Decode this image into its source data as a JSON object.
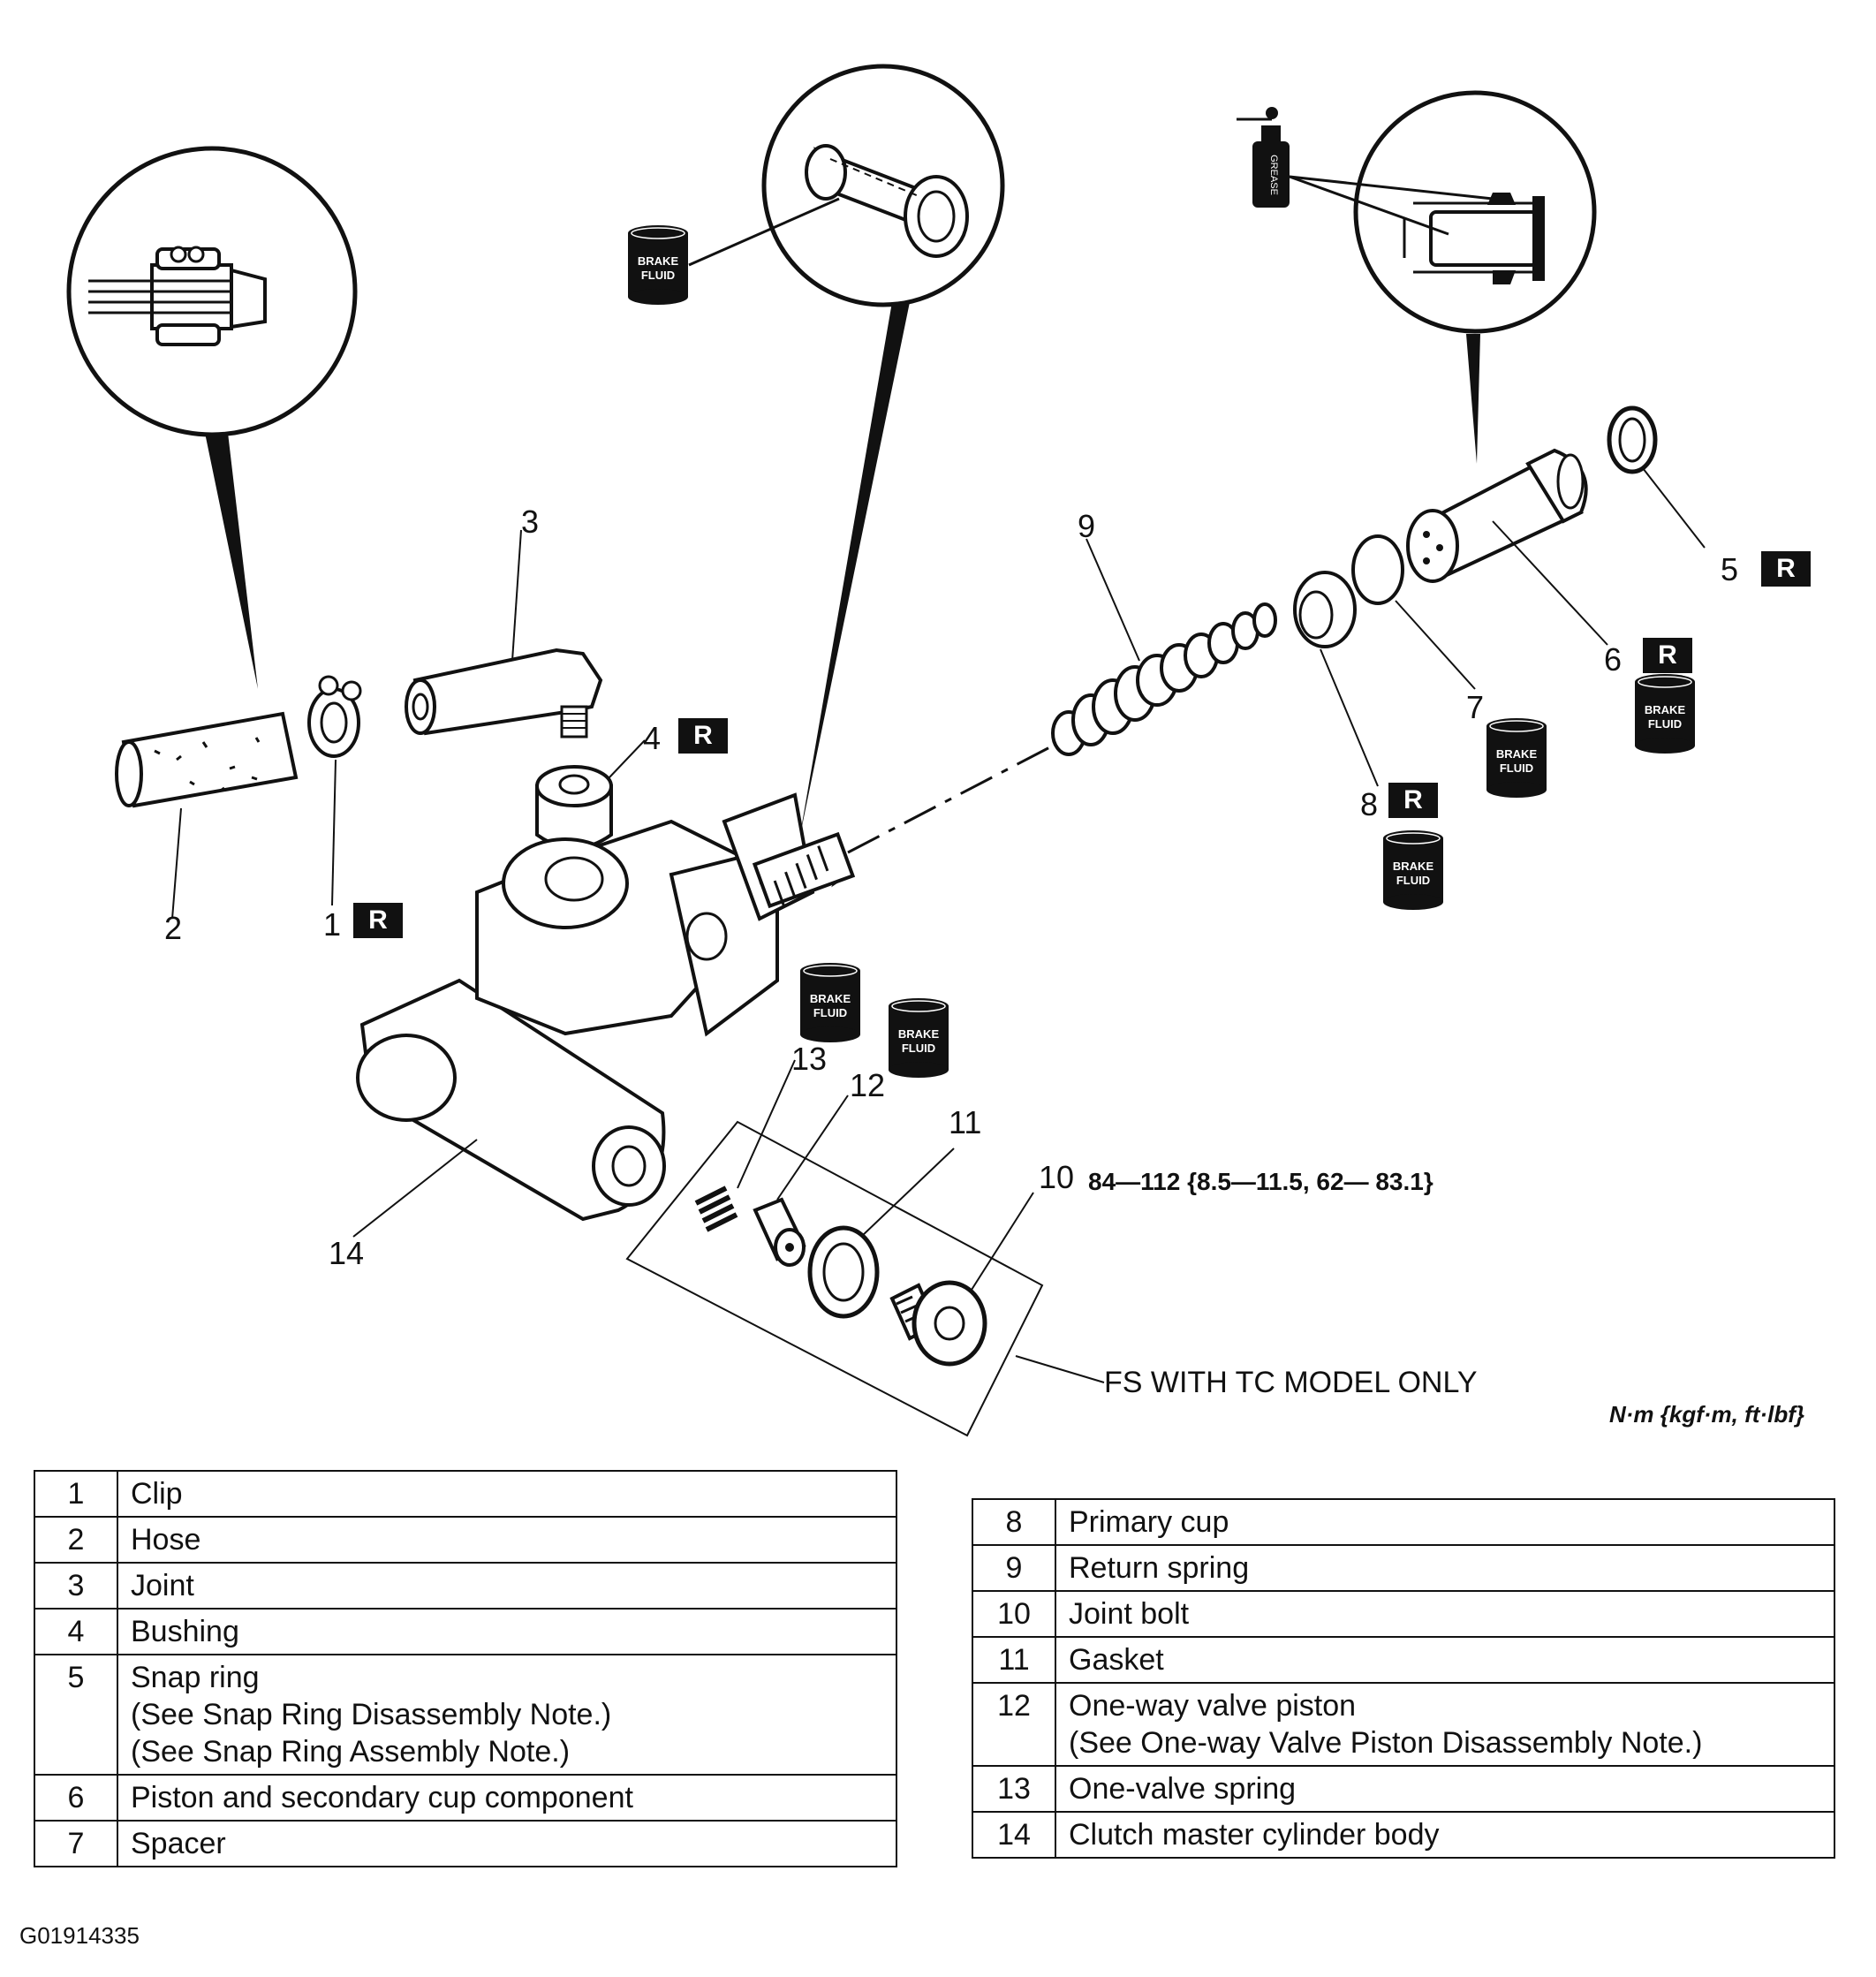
{
  "callouts": {
    "c1": "1",
    "c2": "2",
    "c3": "3",
    "c4": "4",
    "c5": "5",
    "c6": "6",
    "c7": "7",
    "c8": "8",
    "c9": "9",
    "c10": "10",
    "c11": "11",
    "c12": "12",
    "c13": "13",
    "c14": "14"
  },
  "badges": {
    "replace": "R"
  },
  "fluid_can": {
    "line1": "BRAKE",
    "line2": "FLUID"
  },
  "grease_can": {
    "label": "GREASE"
  },
  "torque_spec": "84—112 {8.5—11.5, 62— 83.1}",
  "model_note": "FS WITH TC MODEL ONLY",
  "units_note": "N·m {kgf·m, ft·lbf}",
  "parts_left": [
    {
      "num": "1",
      "desc": "Clip"
    },
    {
      "num": "2",
      "desc": "Hose"
    },
    {
      "num": "3",
      "desc": "Joint"
    },
    {
      "num": "4",
      "desc": "Bushing"
    },
    {
      "num": "5",
      "desc": "Snap ring\n(See Snap Ring Disassembly Note.)\n(See Snap Ring Assembly Note.)"
    },
    {
      "num": "6",
      "desc": "Piston and secondary cup component"
    },
    {
      "num": "7",
      "desc": "Spacer"
    }
  ],
  "parts_right": [
    {
      "num": "8",
      "desc": "Primary cup"
    },
    {
      "num": "9",
      "desc": "Return spring"
    },
    {
      "num": "10",
      "desc": "Joint bolt"
    },
    {
      "num": "11",
      "desc": "Gasket"
    },
    {
      "num": "12",
      "desc": "One-way valve piston\n(See One-way Valve Piston Disassembly Note.)"
    },
    {
      "num": "13",
      "desc": "One-valve spring"
    },
    {
      "num": "14",
      "desc": "Clutch master cylinder body"
    }
  ],
  "figure_id": "G01914335"
}
